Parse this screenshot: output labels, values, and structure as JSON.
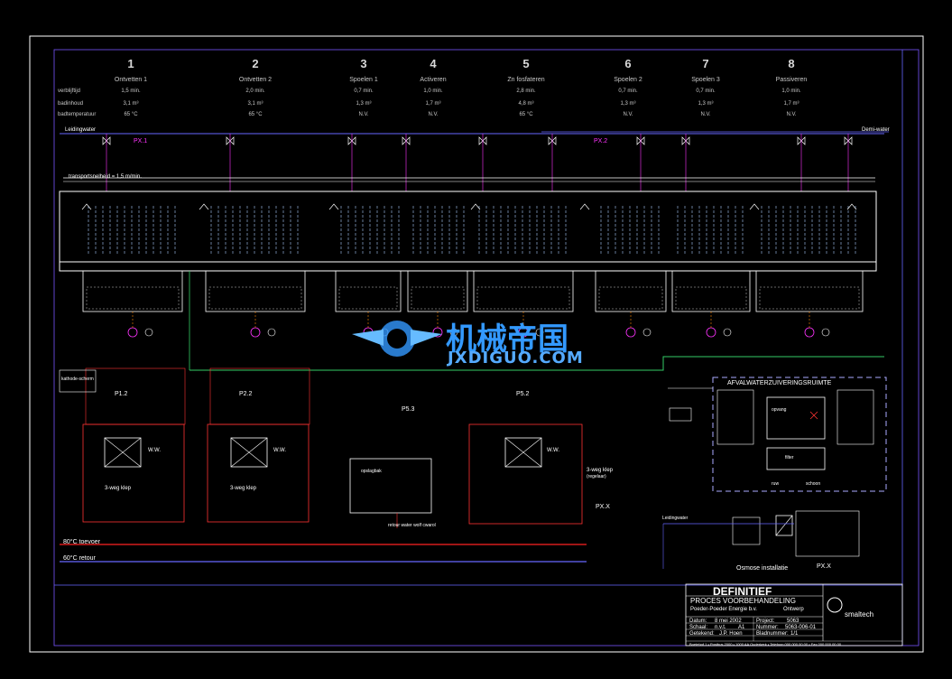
{
  "stages": [
    {
      "num": "1",
      "name": "Ontvetten 1",
      "time": "1,5 min.",
      "volume": "3,1 m³",
      "temp": "65 °C"
    },
    {
      "num": "2",
      "name": "Ontvetten 2",
      "time": "2,0 min.",
      "volume": "3,1 m³",
      "temp": "65 °C"
    },
    {
      "num": "3",
      "name": "Spoelen 1",
      "time": "0,7 min.",
      "volume": "1,3 m³",
      "temp": "N.V."
    },
    {
      "num": "4",
      "name": "Activeren",
      "time": "1,0 min.",
      "volume": "1,7 m³",
      "temp": "N.V."
    },
    {
      "num": "5",
      "name": "Zn fosfateren",
      "time": "2,8 min.",
      "volume": "4,8 m³",
      "temp": "65 °C"
    },
    {
      "num": "6",
      "name": "Spoelen 2",
      "time": "0,7 min.",
      "volume": "1,3 m³",
      "temp": "N.V."
    },
    {
      "num": "7",
      "name": "Spoelen 3",
      "time": "0,7 min.",
      "volume": "1,3 m³",
      "temp": "N.V."
    },
    {
      "num": "8",
      "name": "Passiveren",
      "time": "1,0 min.",
      "volume": "1,7 m³",
      "temp": "N.V."
    }
  ],
  "row_labels": {
    "time": "verblijftijd",
    "volume": "badinhoud",
    "temp": "badtemperatuur"
  },
  "labels": {
    "leidingwater": "Leidingwater",
    "deminwater": "Demi-water",
    "transport": "transportsnelheid = 1,5 m/min.",
    "supply": "80°C toevoer",
    "return": "60°C retour",
    "afval": "AFVALWATERZUIVERINGSRUIMTE",
    "osmose": "Osmose installatie",
    "kathode": "kathode-scherm",
    "ww": "W.W.",
    "p12": "P1.2",
    "p22": "P2.2",
    "p53": "P5.3",
    "p52": "P5.2",
    "driewegklep": "3-weg klep",
    "regelaar": "(regelaar)",
    "px1": "PX.1",
    "px2": "PX.2",
    "pxx": "PX.X",
    "leidingwater2": "Leidingwater",
    "opvang": "opvang",
    "filter": "filter",
    "opslag": "opslagbak",
    "ruw": "ruw",
    "schoon": "schoon",
    "rww": "retour water wolf cwarol"
  },
  "title_block": {
    "status": "DEFINITIEF",
    "title": "PROCES VOORBEHANDELING",
    "company": "Poeder-Poeder Energie b.v.",
    "type": "Ontwerp",
    "datum_lbl": "Datum:",
    "datum": "8 mei 2002",
    "schaal_lbl": "Schaal:",
    "schaal": "n.v.t.",
    "formaat": "A1",
    "getekend_lbl": "Getekend:",
    "getekend": "J.P. Hoen",
    "project_lbl": "Project:",
    "project": "5063",
    "nummer_lbl": "Nummer:",
    "nummer": "5063-006-01",
    "blad_lbl": "Bladnummer:",
    "blad": "1/1",
    "logo": "smaltech",
    "footer": "Boetehof 1 • Postbus 2000 • 1000 AA Ouderkerk • Telefoon 000 000 00 00 • Fax 000 000 00 00"
  },
  "watermark": {
    "cn": "机械帝国",
    "en": "JXDIGUO.COM"
  },
  "colors": {
    "frame": "#ffffff",
    "magenta": "#ff33ff",
    "blue": "#6666ff",
    "green": "#33cc66",
    "orange": "#ff8800",
    "red": "#ff2222",
    "cyan": "#55ddff"
  }
}
